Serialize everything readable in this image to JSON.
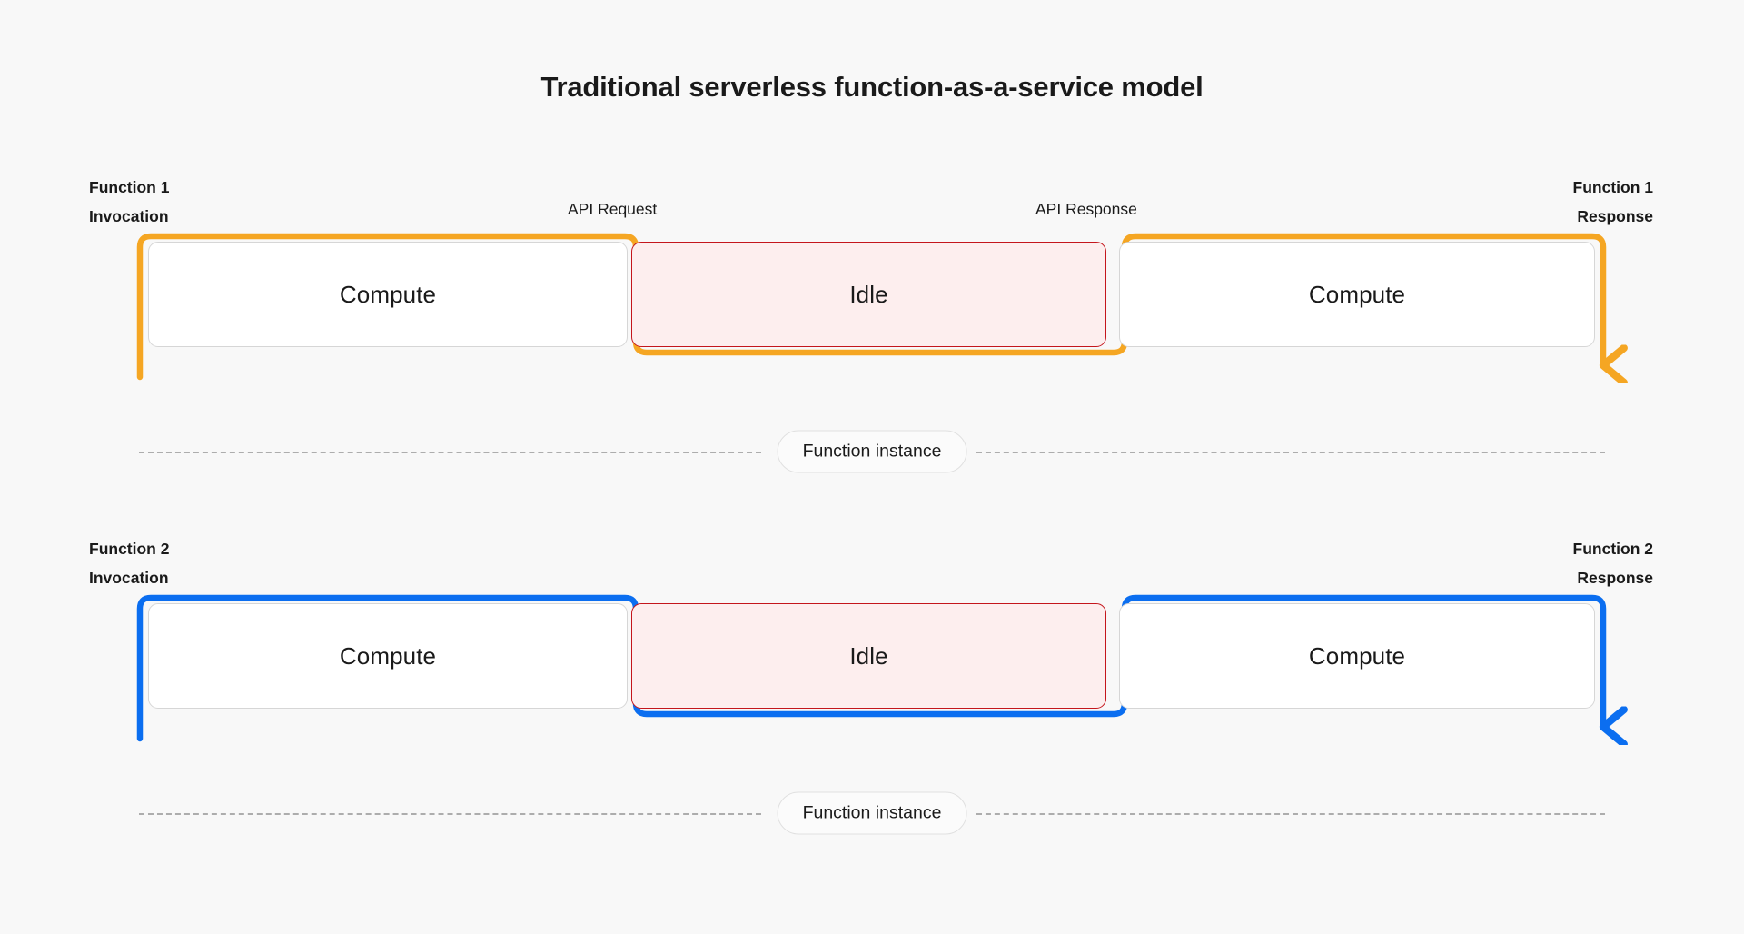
{
  "page": {
    "title": "Traditional serverless function-as-a-service model",
    "background_color": "#f8f8f8"
  },
  "colors": {
    "function_1_accent": "#f5a623",
    "function_2_accent": "#0b6ef0",
    "idle_fill": "#fdeeee",
    "idle_border": "#c4161c",
    "compute_fill": "#ffffff",
    "compute_border": "#d6d6d6",
    "dashed_line": "#adadad",
    "text": "#1a1a1a"
  },
  "lanes": [
    {
      "id": "function-1",
      "accent": "#f5a623",
      "invocation_label": "Function 1\nInvocation",
      "response_label": "Function 1\nResponse",
      "api_request_label": "API Request",
      "api_response_label": "API Response",
      "instance_label": "Function instance",
      "segments": [
        {
          "type": "compute",
          "label": "Compute"
        },
        {
          "type": "idle",
          "label": "Idle"
        },
        {
          "type": "compute",
          "label": "Compute"
        }
      ]
    },
    {
      "id": "function-2",
      "accent": "#0b6ef0",
      "invocation_label": "Function 2\nInvocation",
      "response_label": "Function 2\nResponse",
      "api_request_label": "",
      "api_response_label": "",
      "instance_label": "Function instance",
      "segments": [
        {
          "type": "compute",
          "label": "Compute"
        },
        {
          "type": "idle",
          "label": "Idle"
        },
        {
          "type": "compute",
          "label": "Compute"
        }
      ]
    }
  ],
  "chart_data": {
    "type": "table",
    "title": "Traditional serverless function-as-a-service model",
    "categories": [
      "Compute",
      "Idle",
      "Compute"
    ],
    "series": [
      {
        "name": "Function 1",
        "values": [
          "Compute",
          "Idle",
          "Compute"
        ]
      },
      {
        "name": "Function 2",
        "values": [
          "Compute",
          "Idle",
          "Compute"
        ]
      }
    ],
    "annotations": [
      "API Request",
      "API Response",
      "Function instance"
    ],
    "xlabel": "",
    "ylabel": "",
    "legend": "none",
    "grid": false
  }
}
